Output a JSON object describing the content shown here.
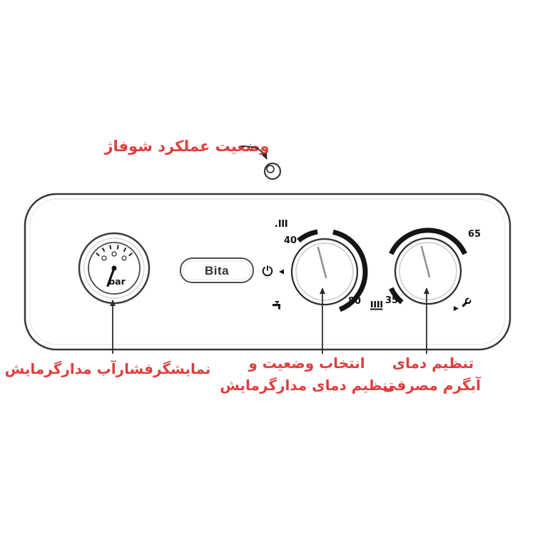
{
  "colors": {
    "annotation_red": "#e23d3d",
    "line_dark": "#2e2e2e"
  },
  "annotations": {
    "indicator": "وضعیت عملکرد شوفاژ",
    "gauge": "نمایشگرفشارآب مدارگرمایش",
    "heating_line1": "انتخاب وضعیت و",
    "heating_line2": "تنظیم دمای مدارگرمایش",
    "dhw_line1": "تنظیم دمای",
    "dhw_line2": "آبگرم مصرفی"
  },
  "panel": {
    "brand": "Bita",
    "gauge": {
      "unit": "bar"
    },
    "heating_knob": {
      "min": "40",
      "max": "80"
    },
    "dhw_knob": {
      "min": "35",
      "max": "65"
    }
  },
  "icons": {
    "status_led": "round indicator lamp",
    "radiator": "central-heating radiator bars",
    "power": "standby power symbol",
    "faucet": "hot water tap",
    "wrench": "service wrench",
    "selector": "position marker triangle"
  }
}
